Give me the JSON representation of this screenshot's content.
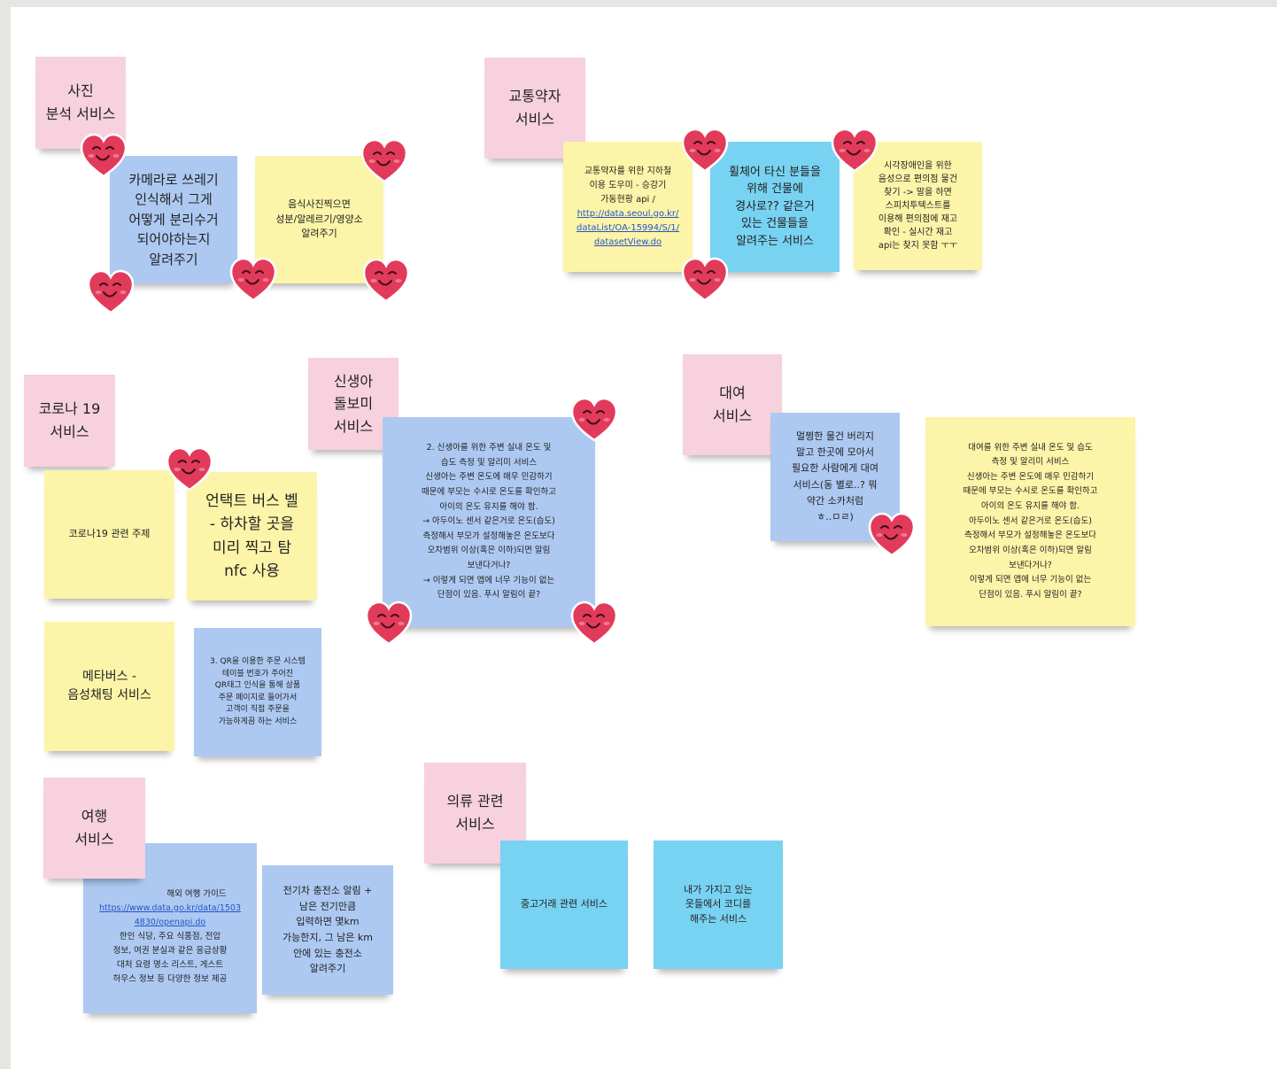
{
  "topics": {
    "photo": "사진\n분석 서비스",
    "mobility": "교통약자\n서비스",
    "covid": "코로나 19\n서비스",
    "newborn": "신생아\n돌보미\n서비스",
    "rental": "대여\n서비스",
    "travel": "여행\n서비스",
    "clothing": "의류 관련\n서비스"
  },
  "ideas": {
    "trash_camera": "카메라로 쓰레기\n인식해서 그게\n어떻게 분리수거\n되어야하는지\n알려주기",
    "food_photo": "음식사진찍으면\n성분/알레르기/영양소\n알려주기",
    "subway_aid": "교통약자를 위한 지하철\n이용 도우미 - 승강기\n가동현황 api /",
    "subway_aid_link": "http://data.seoul.go.kr/dataList/OA-15994/S/1/datasetView.do",
    "wheelchair": "휠체어 타신 분들을\n위해 건물에\n경사로?? 같은거\n있는 건물들을\n알려주는 서비스",
    "visually_impaired": "시각장애인을 위한\n음성으로 편의점 물건\n찾기 -> 말을 하면\n스피치투텍스트를\n이용해 편의점에 재고\n확인 - 실시간 재고\napi는 찾지 못함 ㅜㅜ",
    "covid_topic": "코로나19 관련 주제",
    "untact_bus": "언택트 버스 벨\n- 하차할 곳을\n미리 찍고 탐\nnfc 사용",
    "metaverse": "메타버스 -\n음성채팅 서비스",
    "qr_order": "3. QR을 이용한 주문 시스템\n테이블 번호가 주어진\nQR태그 인식을 통해 상품\n주문 페이지로 들어가서\n고객이 직접 주문을\n가능하게끔 하는 서비스",
    "newborn_temp": "2. 신생아를 위한 주변 실내 온도 및\n습도 측정 및 알리미 서비스\n신생아는 주변 온도에 매우 민감하기\n때문에 부모는 수시로 온도를 확인하고\n아이의 온도 유지를 해야 함.\n→ 아두이노 센서 같은거로 온도(습도)\n측정해서 부모가 설정해놓은 온도보다\n오차범위 이상(혹은 이하)되면 알림\n보낸다거나?\n→ 이렇게 되면 앱에 너무 기능이 없는\n단점이 있음. 푸시 알림이 끝?",
    "rental_share": "멀쩡한 물건 버리지\n말고 한곳에 모아서\n필요한 사람에게 대여\n서비스(동 별로..? 뭐\n약간 소카처럼\nㅎ..ㅁㄹ)",
    "newborn_temp_copy": "대여를 위한 주변 실내 온도 및 습도\n측정 및 알리미 서비스\n신생아는 주변 온도에 매우 민감하기\n때문에 부모는 수시로 온도를 확인하고\n아이의 온도 유지를 해야 함.\n아두이노 센서 같은거로 온도(습도)\n측정해서 부모가 설정해놓은 온도보다\n오차범위 이상(혹은 이하)되면 알림\n보낸다거나?\n이렇게 되면 앱에 너무 기능이 없는\n단점이 있음. 푸시 알림이 끝?",
    "travel_guide_title": "해외 여행 가이드",
    "travel_guide_link": "https://www.data.go.kr/data/15034830/openapi.do",
    "travel_guide_body": "한인 식당, 주요 식품점, 전압\n정보, 여권 분실과 같은 응급상황\n대처 요령 명소 리스트, 게스트\n하우스 정보 등 다양한 정보 제공",
    "ev_charging": "전기차 충전소 알림 +\n남은 전기만큼\n입력하면 몇km\n가능한지, 그 남은 km\n안에 있는 충전소\n알려주기",
    "used_trade": "중고거래 관련 서비스",
    "coordinate": "내가 가지고 있는\n옷들에서 코디를\n해주는 서비스"
  },
  "colors": {
    "pink_note": "#f7d1dd",
    "yellow_note": "#fcf4a8",
    "blue_note": "#adc9f2",
    "cyan_note": "#78d2f2",
    "heart": "#e23a5a"
  },
  "icons": {
    "vote": "heart-face-icon"
  }
}
